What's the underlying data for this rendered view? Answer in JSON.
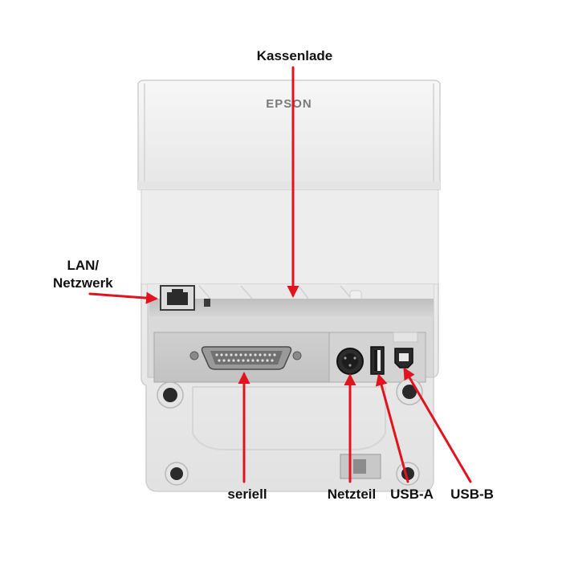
{
  "image": {
    "subject": "printer-rear-connector-panel",
    "brand_text": "EPSON"
  },
  "colors": {
    "background": "#ffffff",
    "printer_body": "#eeeeee",
    "callout_arrow": "#e0141e",
    "label_text": "#111111"
  },
  "labels": {
    "kassenlade": "Kassenlade",
    "lan_line1": "LAN/",
    "lan_line2": "Netzwerk",
    "seriell": "seriell",
    "netzteil": "Netzteil",
    "usb_a": "USB-A",
    "usb_b": "USB-B"
  }
}
